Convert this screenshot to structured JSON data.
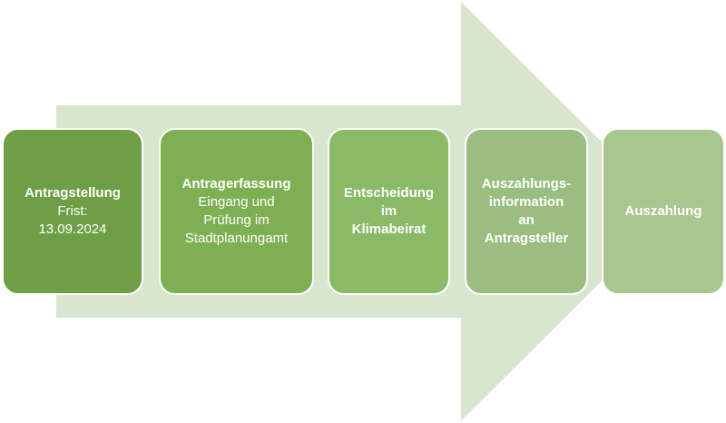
{
  "colors": {
    "arrow": "#d9e6cf",
    "step_1": "#6e9e45",
    "step_2": "#7eaf53",
    "step_3": "#8aba66",
    "step_4": "#9bbe80",
    "step_5": "#a8c690",
    "text": "#ffffff"
  },
  "steps": [
    {
      "title": "Antragstellung",
      "body": "Frist:\n13.09.2024"
    },
    {
      "title": "Antragerfassung",
      "body": "Eingang und\nPrüfung im\nStadtplanungamt"
    },
    {
      "title": "Entscheidung\nim\nKlimabeirat",
      "body": ""
    },
    {
      "title": "Auszahlungs-\ninformation\nan\nAntragsteller",
      "body": ""
    },
    {
      "title": "Auszahlung",
      "body": ""
    }
  ]
}
